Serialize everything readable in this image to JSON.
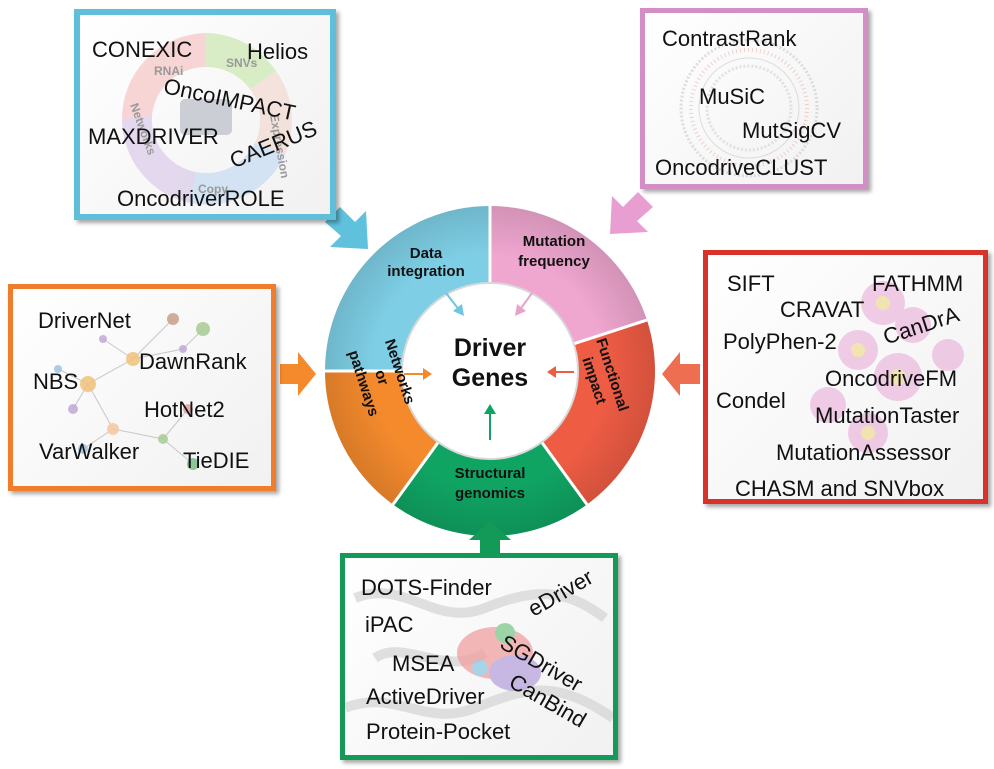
{
  "center": {
    "line1": "Driver",
    "line2": "Genes"
  },
  "segments": [
    {
      "key": "data_integration",
      "lines": [
        "Data",
        "integration"
      ],
      "color": "#7ecfe6"
    },
    {
      "key": "mutation_frequency",
      "lines": [
        "Mutation",
        "frequency"
      ],
      "color": "#efa6cf"
    },
    {
      "key": "functional_impact",
      "lines": [
        "Functional",
        "impact"
      ],
      "color": "#ef5c44"
    },
    {
      "key": "structural_genomics",
      "lines": [
        "Structural",
        "genomics"
      ],
      "color": "#10a463"
    },
    {
      "key": "networks_pathways",
      "lines": [
        "Networks",
        "or",
        "pathways"
      ],
      "color": "#f58a2d"
    }
  ],
  "boxes": {
    "data_integration": {
      "border_color": "#5fbfd8",
      "tools": [
        "CONEXIC",
        "Helios",
        "OncoIMPACT",
        "MAXDRIVER",
        "CAERUS",
        "OncodriverROLE"
      ],
      "background_labels": [
        "RNAi",
        "SNVs",
        "Networks",
        "Expression",
        "Copy"
      ]
    },
    "mutation_frequency": {
      "border_color": "#d38ec5",
      "tools": [
        "ContrastRank",
        "MuSiC",
        "MutSigCV",
        "OncodriveCLUST"
      ]
    },
    "functional_impact": {
      "border_color": "#d7332b",
      "tools": [
        "SIFT",
        "FATHMM",
        "CRAVAT",
        "PolyPhen-2",
        "CanDrA",
        "OncodriveFM",
        "Condel",
        "MutationTaster",
        "MutationAssessor",
        "CHASM and SNVbox"
      ]
    },
    "networks_pathways": {
      "border_color": "#ef7d2b",
      "tools": [
        "DriverNet",
        "NBS",
        "DawnRank",
        "HotNet2",
        "VarWalker",
        "TieDIE"
      ]
    },
    "structural_genomics": {
      "border_color": "#149a58",
      "tools": [
        "DOTS-Finder",
        "eDriver",
        "iPAC",
        "SGDriver",
        "MSEA",
        "CanBind",
        "ActiveDriver",
        "Protein-Pocket"
      ]
    }
  }
}
